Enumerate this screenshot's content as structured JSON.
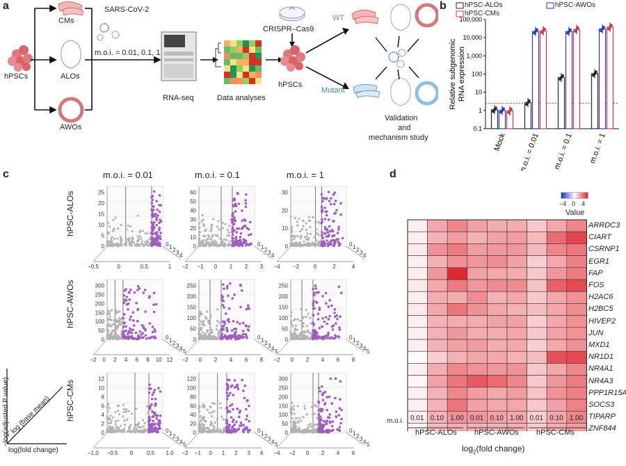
{
  "panel_labels": {
    "a": "a",
    "b": "b",
    "c": "c",
    "d": "d"
  },
  "panel_a": {
    "hpscs": "hPSCs",
    "cms": "CMs",
    "alos": "ALOs",
    "awos": "AWOs",
    "virus": "SARS-CoV-2",
    "moi": "m.o.i. = 0.01, 0.1, 1",
    "rnaseq": "RNA-seq",
    "data_analyses": "Data analyses",
    "crispr": "CRISPR–Cas9",
    "hpscs2": "hPSCs",
    "wt": "WT",
    "mutant": "Mutant",
    "validation_1": "Validation",
    "validation_2": "and",
    "validation_3": "mechanism study"
  },
  "panel_b": {
    "legend": {
      "alos": "hPSC-ALOs",
      "awos": "hPSC-AWOs",
      "cms": "hPSC-CMs"
    },
    "ylabel_1": "Relative subgenomic",
    "ylabel_2": "RNA expression",
    "colors": {
      "alos": "#222222",
      "awos": "#2a35c9",
      "cms": "#d6373b"
    }
  },
  "panel_c": {
    "col_titles": [
      "m.o.i. = 0.01",
      "m.o.i. = 0.1",
      "m.o.i. = 1"
    ],
    "row_titles": [
      "hPSC-ALOs",
      "hPSC-AWOs",
      "hPSC-CMs"
    ],
    "legend_y": "−log(adjusted P value)",
    "legend_diag": "log (base mean)",
    "legend_x": "log(fold change)",
    "colors": {
      "sig": "#a05cc0",
      "ns": "#b3b3b3"
    },
    "plots": [
      {
        "y_ticks": [
          "0",
          "5",
          "10",
          "15",
          "20",
          "25"
        ],
        "x_ticks": [
          "−0.5",
          "0",
          "0.5",
          "1"
        ],
        "z_ticks": [
          "0",
          "1",
          "2",
          "3",
          "4"
        ],
        "xmin": -0.5,
        "xmax": 1,
        "ymax": 27,
        "split": 0.7
      },
      {
        "y_ticks": [
          "0",
          "10",
          "20",
          "30",
          "40",
          "50",
          "60"
        ],
        "x_ticks": [
          "−2",
          "−1",
          "0",
          "1",
          "2",
          "3"
        ],
        "z_ticks": [
          "0",
          "1",
          "2",
          "3",
          "4"
        ],
        "xmin": -2,
        "xmax": 3,
        "ymax": 65,
        "split": 1
      },
      {
        "y_ticks": [
          "0",
          "10",
          "20",
          "30"
        ],
        "x_ticks": [
          "−4",
          "−2",
          "0",
          "2",
          "4"
        ],
        "z_ticks": [
          "0",
          "1",
          "2",
          "3",
          "4"
        ],
        "xmin": -4,
        "xmax": 5,
        "ymax": 33,
        "split": 1
      },
      {
        "y_ticks": [
          "0",
          "50",
          "100",
          "150",
          "200",
          "250",
          "300"
        ],
        "x_ticks": [
          "−2",
          "0",
          "2",
          "4",
          "6",
          "8",
          "10",
          "12"
        ],
        "z_ticks": [
          "0",
          "1",
          "2",
          "3",
          "4",
          "5"
        ],
        "xmin": -2,
        "xmax": 12,
        "ymax": 300,
        "split": 2
      },
      {
        "y_ticks": [
          "0",
          "50",
          "100",
          "150",
          "200",
          "250"
        ],
        "x_ticks": [
          "−2",
          "0",
          "2",
          "4",
          "6",
          "8"
        ],
        "z_ticks": [
          "0",
          "1",
          "2",
          "3",
          "4",
          "5"
        ],
        "xmin": -2,
        "xmax": 8,
        "ymax": 250,
        "split": 2
      },
      {
        "y_ticks": [
          "0",
          "50",
          "100",
          "150",
          "200",
          "250"
        ],
        "x_ticks": [
          "−2",
          "0",
          "2",
          "4",
          "6",
          "8"
        ],
        "z_ticks": [
          "0",
          "1",
          "2",
          "3",
          "4",
          "5"
        ],
        "xmin": -2,
        "xmax": 8,
        "ymax": 250,
        "split": 2
      },
      {
        "y_ticks": [
          "0",
          "2",
          "4",
          "6",
          "8",
          "10",
          "12"
        ],
        "x_ticks": [
          "−1.0",
          "−0.5",
          "0",
          "0.5",
          "1.0"
        ],
        "z_ticks": [
          "0",
          "1",
          "2",
          "3",
          "4",
          "5"
        ],
        "xmin": -1,
        "xmax": 1,
        "ymax": 12,
        "split": 0.5
      },
      {
        "y_ticks": [
          "0",
          "20",
          "40",
          "60",
          "80",
          "100",
          "120"
        ],
        "x_ticks": [
          "−2",
          "−1",
          "0",
          "1",
          "2",
          "3",
          "4"
        ],
        "z_ticks": [
          "0",
          "1",
          "2",
          "3",
          "4",
          "5"
        ],
        "xmin": -2,
        "xmax": 4,
        "ymax": 120,
        "split": 1
      },
      {
        "y_ticks": [
          "0",
          "50",
          "100",
          "150",
          "200",
          "250",
          "300"
        ],
        "x_ticks": [
          "−4",
          "−2",
          "0",
          "2",
          "4",
          "6"
        ],
        "z_ticks": [
          "0",
          "1",
          "2",
          "3",
          "4",
          "5"
        ],
        "xmin": -4,
        "xmax": 6,
        "ymax": 300,
        "split": 1
      }
    ]
  },
  "panel_d": {
    "legend_title": "Value",
    "legend_ticks": [
      "−4",
      "0",
      "4"
    ],
    "moi_label": "m.o.i.",
    "col_labels": [
      "0.01",
      "0.10",
      "1.00",
      "0.01",
      "0.10",
      "1.00",
      "0.01",
      "0.10",
      "1.00"
    ],
    "groups": [
      "hPSC-ALOs",
      "hPSC-AWOs",
      "hPSC-CMs"
    ],
    "xlabel_pre": "log",
    "xlabel_sub": "2",
    "xlabel_post": "(fold change)",
    "genes": [
      "ARRDC3",
      "CIART",
      "CSRNP1",
      "EGR1",
      "FAP",
      "FOS",
      "H2AC6",
      "H2BC5",
      "HIVEP2",
      "JUN",
      "MXD1",
      "NR1D1",
      "NR4A1",
      "NR4A3",
      "PPP1R15A",
      "SOCS3",
      "TIPARP",
      "ZNF844"
    ]
  },
  "chart_data": [
    {
      "type": "bar",
      "panel": "b",
      "ylabel": "Relative subgenomic RNA expression",
      "yscale": "log",
      "ylim": [
        0.1,
        100000
      ],
      "y_ticks": [
        "0.1",
        "1",
        "10",
        "100",
        "1,000",
        "10,000",
        "100,000"
      ],
      "categories": [
        "Mock",
        "m.o.i. = 0.01",
        "m.o.i. = 0.1",
        "m.o.i. = 1"
      ],
      "threshold": 2.5,
      "series": [
        {
          "name": "hPSC-ALOs",
          "values": [
            1.1,
            2.7,
            65,
            105
          ]
        },
        {
          "name": "hPSC-AWOs",
          "values": [
            1.0,
            22000,
            22000,
            30000
          ]
        },
        {
          "name": "hPSC-CMs",
          "values": [
            0.95,
            24000,
            28000,
            38000
          ]
        }
      ]
    },
    {
      "type": "heatmap",
      "panel": "d",
      "zlim": [
        -4,
        4
      ],
      "rows": [
        "ARRDC3",
        "CIART",
        "CSRNP1",
        "EGR1",
        "FAP",
        "FOS",
        "H2AC6",
        "H2BC5",
        "HIVEP2",
        "JUN",
        "MXD1",
        "NR1D1",
        "NR4A1",
        "NR4A3",
        "PPP1R15A",
        "SOCS3",
        "TIPARP",
        "ZNF844"
      ],
      "columns": [
        "ALOs 0.01",
        "ALOs 0.10",
        "ALOs 1.00",
        "AWOs 0.01",
        "AWOs 0.10",
        "AWOs 1.00",
        "CMs 0.01",
        "CMs 0.10",
        "CMs 1.00"
      ],
      "values": [
        [
          0.3,
          1.6,
          2.2,
          1.7,
          1.5,
          1.5,
          1.0,
          1.6,
          2.2
        ],
        [
          0.3,
          1.4,
          1.8,
          1.4,
          1.7,
          1.8,
          1.3,
          2.7,
          3.4
        ],
        [
          0.4,
          2.0,
          2.4,
          1.8,
          1.9,
          1.9,
          1.3,
          2.2,
          2.5
        ],
        [
          0.3,
          1.4,
          2.0,
          1.9,
          2.1,
          1.7,
          0.9,
          1.6,
          2.3
        ],
        [
          0.3,
          1.9,
          3.9,
          1.7,
          1.6,
          1.5,
          1.0,
          1.9,
          2.4
        ],
        [
          0.4,
          1.6,
          2.4,
          1.9,
          2.1,
          2.1,
          1.1,
          2.9,
          3.3
        ],
        [
          0.3,
          1.5,
          1.5,
          2.1,
          1.4,
          1.6,
          1.0,
          1.6,
          2.0
        ],
        [
          0.4,
          1.6,
          2.5,
          2.0,
          1.6,
          1.4,
          1.2,
          1.6,
          2.1
        ],
        [
          0.3,
          1.4,
          1.5,
          1.5,
          1.7,
          1.7,
          0.9,
          1.6,
          2.0
        ],
        [
          0.3,
          1.4,
          1.9,
          1.5,
          1.5,
          1.6,
          1.0,
          1.7,
          2.0
        ],
        [
          0.3,
          1.4,
          1.7,
          1.8,
          1.5,
          1.6,
          0.9,
          1.6,
          2.0
        ],
        [
          0.1,
          0.9,
          1.4,
          1.6,
          1.6,
          1.4,
          1.2,
          3.2,
          3.3
        ],
        [
          0.3,
          1.5,
          2.2,
          2.0,
          1.9,
          2.0,
          1.0,
          1.6,
          2.2
        ],
        [
          0.2,
          1.7,
          2.5,
          3.0,
          2.7,
          2.2,
          1.0,
          1.9,
          2.4
        ],
        [
          0.3,
          1.4,
          2.2,
          1.8,
          1.6,
          1.8,
          1.1,
          2.0,
          2.3
        ],
        [
          0.3,
          1.4,
          2.5,
          1.7,
          1.6,
          1.6,
          1.0,
          1.7,
          2.3
        ],
        [
          0.3,
          1.4,
          2.0,
          1.9,
          1.7,
          1.6,
          0.9,
          1.6,
          2.2
        ],
        [
          0.2,
          1.2,
          1.5,
          1.4,
          1.4,
          1.5,
          0.9,
          1.5,
          1.8
        ]
      ]
    }
  ]
}
